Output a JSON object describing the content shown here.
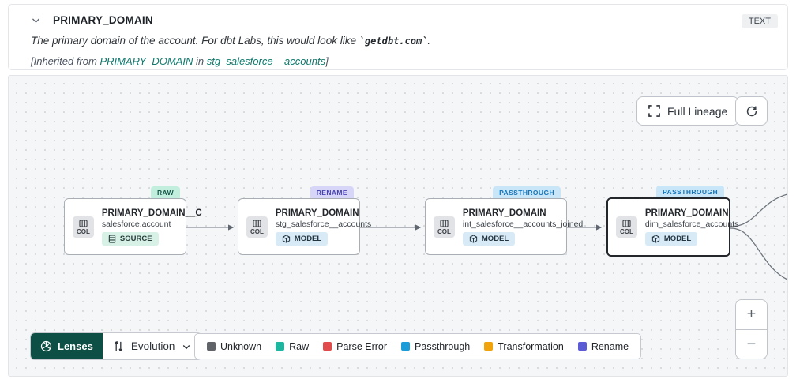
{
  "header": {
    "title": "PRIMARY_DOMAIN",
    "type_badge": "TEXT",
    "description_prefix": "The primary domain of the account. For dbt Labs, this would look like ",
    "description_code": "`getdbt.com`",
    "description_suffix": ".",
    "inherited_prefix": "[Inherited from ",
    "inherited_link_column": "PRIMARY_DOMAIN",
    "inherited_middle": " in ",
    "inherited_link_model": "stg_salesforce__accounts",
    "inherited_suffix": "]"
  },
  "toolbar": {
    "full_lineage_label": "Full Lineage"
  },
  "nodes": [
    {
      "tag": "RAW",
      "title": "PRIMARY_DOMAIN__C",
      "subtitle": "salesforce.account",
      "chip": "COL",
      "badge": "SOURCE"
    },
    {
      "tag": "RENAME",
      "title": "PRIMARY_DOMAIN",
      "subtitle": "stg_salesforce__accounts",
      "chip": "COL",
      "badge": "MODEL"
    },
    {
      "tag": "PASSTHROUGH",
      "title": "PRIMARY_DOMAIN",
      "subtitle": "int_salesforce__accounts_joined",
      "chip": "COL",
      "badge": "MODEL"
    },
    {
      "tag": "PASSTHROUGH",
      "title": "PRIMARY_DOMAIN",
      "subtitle": "dim_salesforce_accounts",
      "chip": "COL",
      "badge": "MODEL"
    }
  ],
  "footer": {
    "lenses_label": "Lenses",
    "lens_selected": "Evolution",
    "legend": [
      {
        "label": "Unknown",
        "color": "#606468"
      },
      {
        "label": "Raw",
        "color": "#1fb6a0"
      },
      {
        "label": "Parse Error",
        "color": "#e14b4b"
      },
      {
        "label": "Passthrough",
        "color": "#1a9cd8"
      },
      {
        "label": "Transformation",
        "color": "#f0a30a"
      },
      {
        "label": "Rename",
        "color": "#5b5bd6"
      }
    ]
  },
  "zoom_controls": {
    "zoom_in": "+",
    "zoom_out": "−"
  }
}
